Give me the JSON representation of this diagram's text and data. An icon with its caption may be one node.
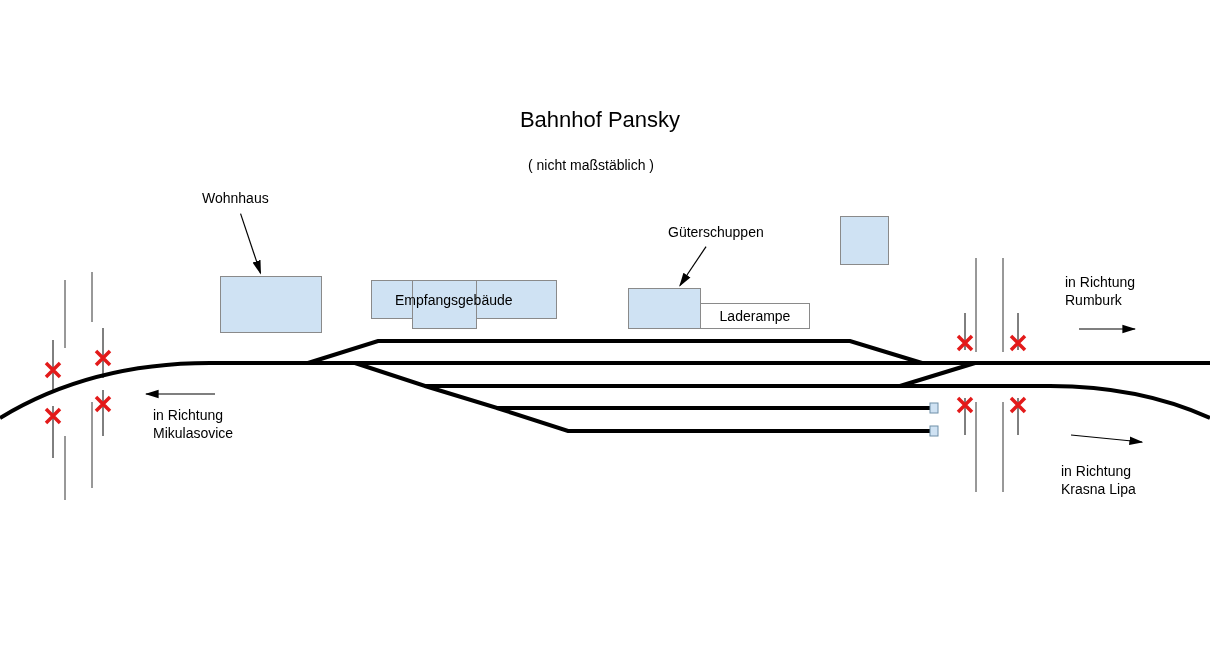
{
  "diagram": {
    "title": "Bahnhof Pansky",
    "nodes": [
      {
        "text": [
          "Wohnhaus"
        ]
      },
      {
        "text": [],
        "shape": "box"
      },
      {
        "text": [
          "Empfangsgebäude"
        ]
      },
      {
        "text": [
          "Güterschuppen"
        ]
      },
      {
        "text": [],
        "shape": "box"
      },
      {
        "text": [
          "Laderampe"
        ]
      },
      {
        "text": [],
        "shape": "box"
      }
    ],
    "edges": [
      {
        "from": 0,
        "to": 1,
        "arrow": "to"
      },
      {
        "from": 3,
        "to": 4,
        "arrow": "to"
      }
    ],
    "labels": [
      "( nicht maßstäblich )",
      "in Richtung Rumburk",
      "in Richtung Mikulasovice",
      "in Richtung Krasna Lipa"
    ]
  }
}
